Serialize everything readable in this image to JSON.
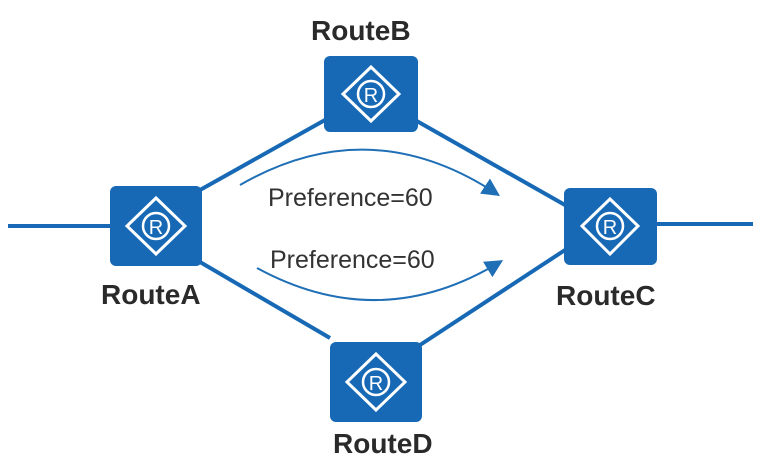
{
  "colors": {
    "router_fill": "#1769b5",
    "link": "#1769b5",
    "arrow": "#1f6fb7",
    "icon": "#ffffff",
    "label": "#2a2a2a"
  },
  "routers": {
    "a": {
      "name": "RouteA",
      "icon": "router-icon",
      "icon_letter": "R"
    },
    "b": {
      "name": "RouteB",
      "icon": "router-icon",
      "icon_letter": "R"
    },
    "c": {
      "name": "RouteC",
      "icon": "router-icon",
      "icon_letter": "R"
    },
    "d": {
      "name": "RouteD",
      "icon": "router-icon",
      "icon_letter": "R"
    }
  },
  "paths": {
    "upper": {
      "preference": "Preference=60"
    },
    "lower": {
      "preference": "Preference=60"
    }
  }
}
